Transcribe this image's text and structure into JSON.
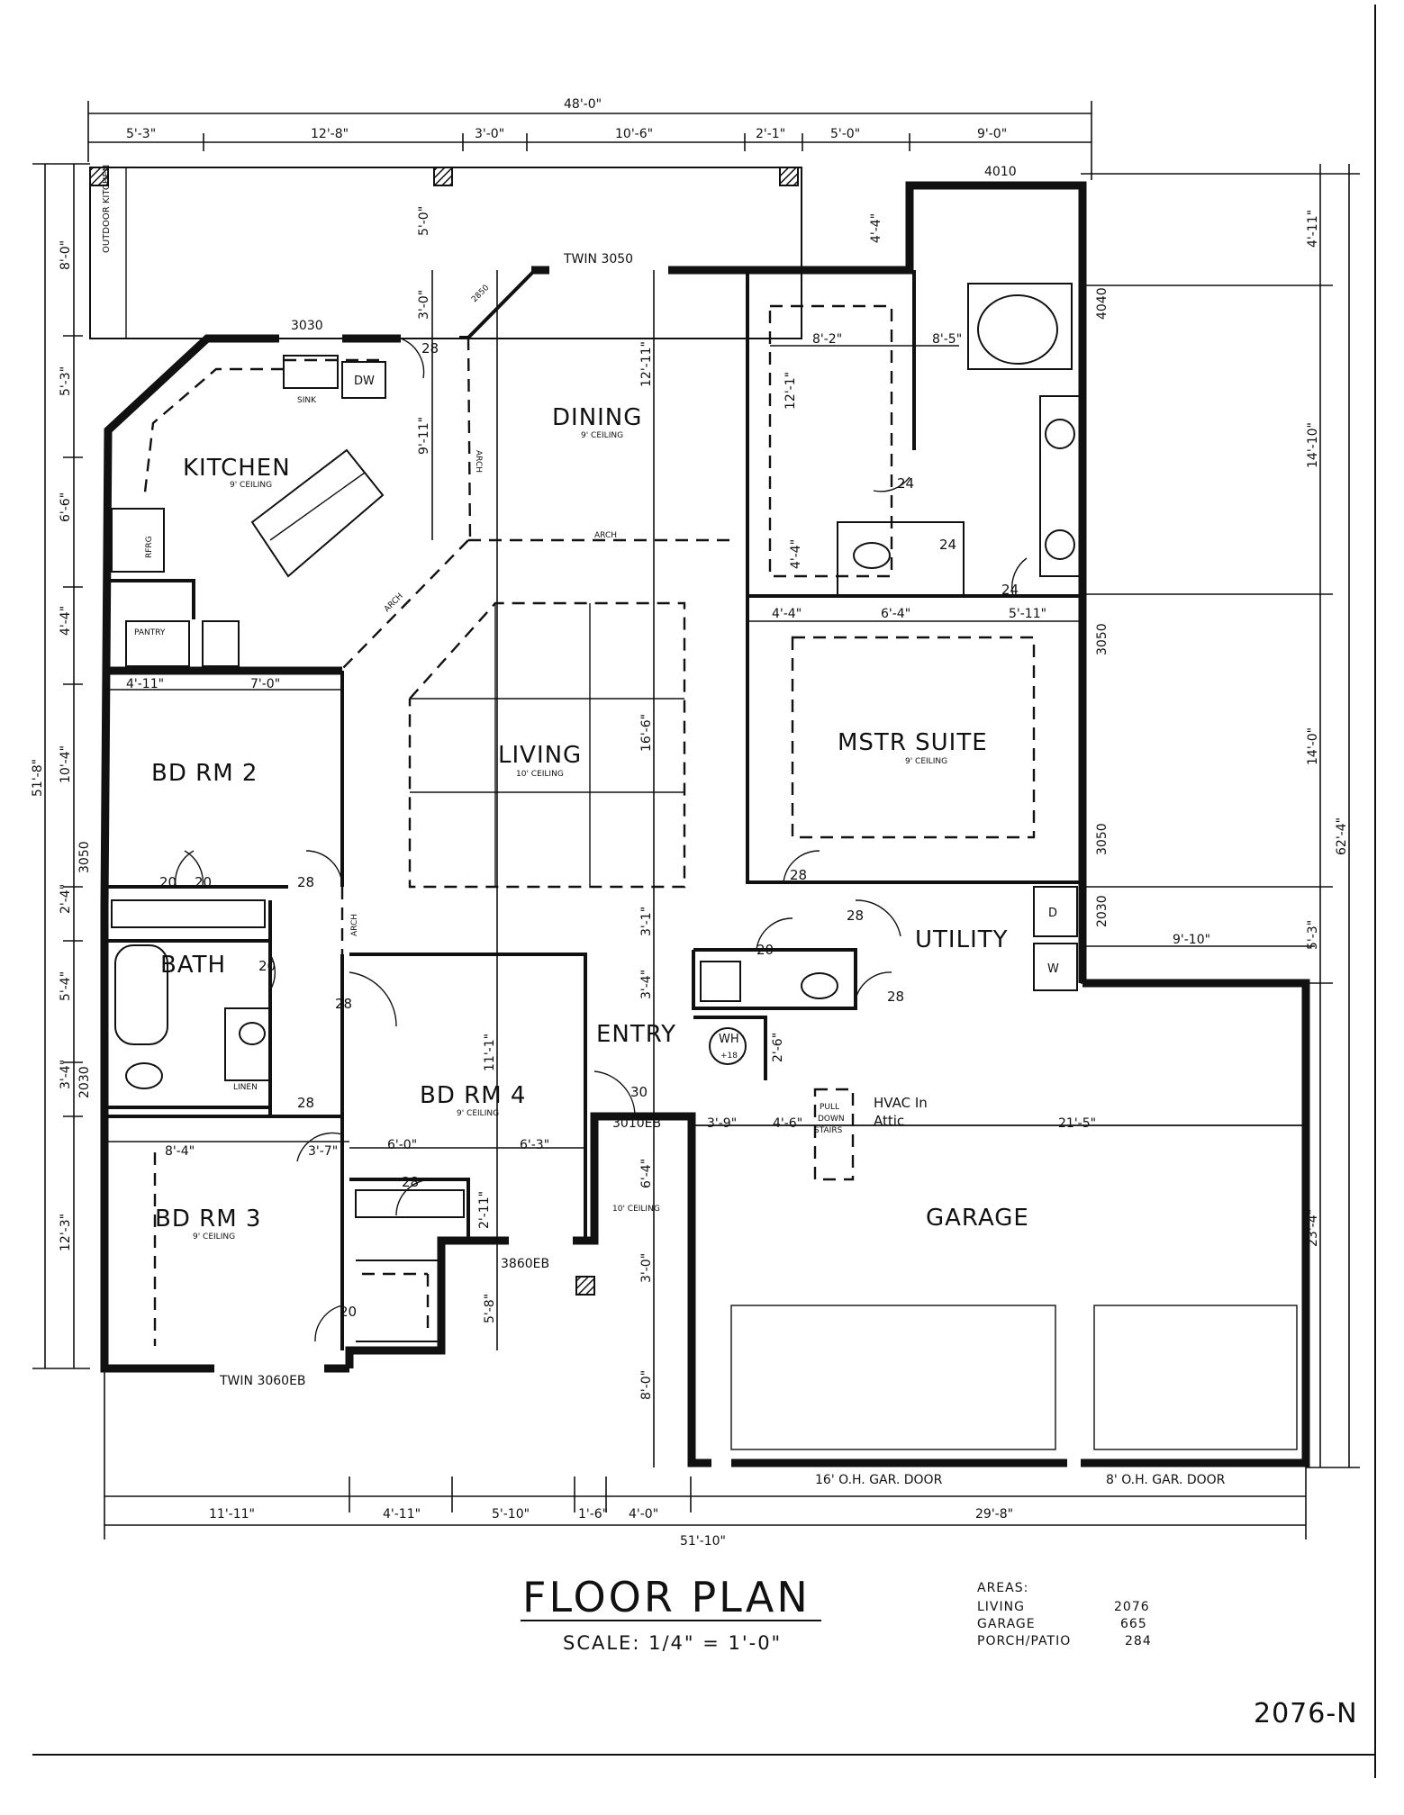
{
  "rooms": {
    "outdoor_kitchen": "OUTDOOR KITCHEN",
    "kitchen": "KITCHEN",
    "kitchen_ceiling": "9' CEILING",
    "dining": "DINING",
    "dining_ceiling": "9' CEILING",
    "living": "LIVING",
    "living_ceiling": "10' CEILING",
    "mstr_suite": "MSTR SUITE",
    "mstr_ceiling": "9' CEILING",
    "bd_rm_2": "BD RM 2",
    "bath": "BATH",
    "bd_rm_3": "BD RM 3",
    "bd_rm_3_ceiling": "9' CEILING",
    "bd_rm_4": "BD RM 4",
    "bd_rm_4_ceiling": "9' CEILING",
    "entry": "ENTRY",
    "entry_ceiling": "10' CEILING",
    "utility": "UTILITY",
    "garage": "GARAGE",
    "hvac_line1": "HVAC In",
    "hvac_line2": "Attic"
  },
  "fixtures": {
    "sink": "SINK",
    "dw": "DW",
    "refrig": "RFRG",
    "pantry": "PANTRY",
    "linen": "LINEN",
    "wh": "WH",
    "wh_sub": "+18",
    "dryer": "D",
    "washer": "W",
    "pull_down_1": "PULL",
    "pull_down_2": "DOWN",
    "pull_down_3": "STAIRS",
    "arch": "ARCH"
  },
  "openings": {
    "win_3030": "3030",
    "win_twin_3050": "TWIN 3050",
    "win_2850": "2850",
    "win_4010": "4010",
    "win_4040": "4040",
    "win_3050_right_top": "3050",
    "win_3050_right_bottom": "3050",
    "win_2030_right": "2030",
    "win_3050_left": "3050",
    "win_2030_left": "2030",
    "win_twin_3060eb": "TWIN 3060EB",
    "win_3010eb": "3010EB",
    "win_3860eb": "3860EB",
    "garage_door_16": "16' O.H. GAR. DOOR",
    "garage_door_8": "8' O.H. GAR. DOOR",
    "d28a": "28",
    "d24a": "24",
    "d24b": "24",
    "d24c": "24",
    "d20a": "20",
    "d20b": "20",
    "d28b": "28",
    "d20c": "20",
    "d28c": "28",
    "d28d": "28",
    "d28e": "28",
    "d28f": "28",
    "d20d": "20",
    "d28g": "28",
    "d30": "30",
    "d28h": "28",
    "d20e": "20"
  },
  "dimensions": {
    "top_overall": "48'-0\"",
    "top": [
      "5'-3\"",
      "12'-8\"",
      "3'-0\"",
      "10'-6\"",
      "2'-1\"",
      "5'-0\"",
      "9'-0\""
    ],
    "left_outer": "51'-8\"",
    "left": [
      "8'-0\"",
      "5'-3\"",
      "6'-6\"",
      "4'-4\"",
      "10'-4\"",
      "2'-4\"",
      "5'-4\"",
      "3'-4\"",
      "12'-3\""
    ],
    "right_overall": "62'-4\"",
    "right": [
      "4'-11\"",
      "14'-10\"",
      "14'-0\"",
      "5'-3\"",
      "23'-4\""
    ],
    "bottom_overall": "51'-10\"",
    "bottom": [
      "11'-11\"",
      "4'-11\"",
      "5'-10\"",
      "1'-6\"",
      "4'-0\"",
      "29'-8\""
    ],
    "interior": {
      "dining_h": "12'-11\"",
      "dining_top": "5'-0\"",
      "dining_window": "3'-0\"",
      "dining_left": "9'-11\"",
      "closet_w1": "8'-2\"",
      "closet_w2": "8'-5\"",
      "closet_h": "12'-1\"",
      "closet_small": "4'-4\"",
      "mstr_w1": "4'-4\"",
      "mstr_w2": "6'-4\"",
      "mstr_w3": "5'-11\"",
      "bath_top": "4'-4\"",
      "living_h": "16'-6\"",
      "hall_h": "3'-1\"",
      "entry_h": "3'-4\"",
      "br2_w1": "4'-11\"",
      "br2_w2": "7'-0\"",
      "br4_h": "11'-1\"",
      "br3_w1": "8'-4\"",
      "br3_w2": "3'-7\"",
      "br4_w1": "6'-0\"",
      "br4_w2": "6'-3\"",
      "closet_2_11": "2'-11\"",
      "entry_6_4": "6'-4\"",
      "porch_3_0": "3'-0\"",
      "porch_8_0": "8'-0\"",
      "porch_5_8": "5'-8\"",
      "utility_w": "9'-10\"",
      "wh_h": "2'-6\"",
      "garage_3_9": "3'-9\"",
      "garage_4_6": "4'-6\"",
      "garage_w": "21'-5\""
    }
  },
  "title": {
    "main": "FLOOR PLAN",
    "scale": "SCALE: 1/4\" = 1'-0\""
  },
  "areas": {
    "heading": "AREAS:",
    "rows": [
      {
        "label": "LIVING",
        "value": "2076"
      },
      {
        "label": "GARAGE",
        "value": "665"
      },
      {
        "label": "PORCH/PATIO",
        "value": "284"
      }
    ]
  },
  "plan_code": "2076-N"
}
